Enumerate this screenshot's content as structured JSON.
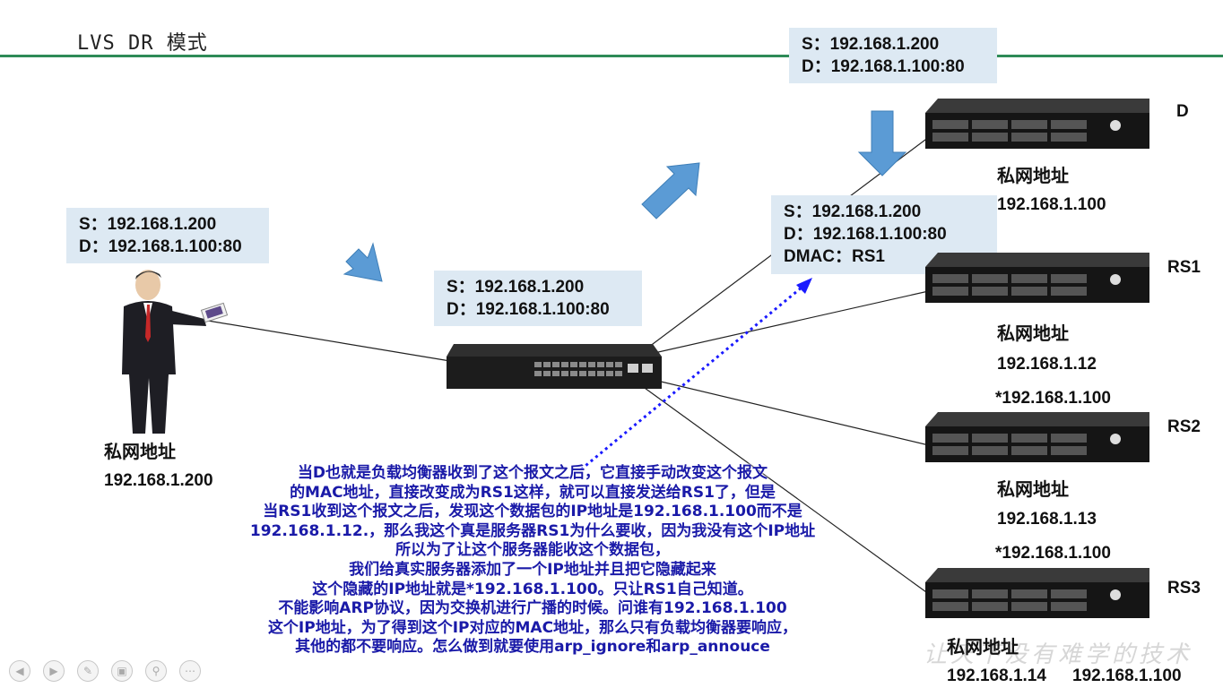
{
  "slide_title": "LVS DR 模式",
  "packet_top": {
    "s": "S：192.168.1.200",
    "d": "D：192.168.1.100:80"
  },
  "packet_client": {
    "s": "S：192.168.1.200",
    "d": "D：192.168.1.100:80"
  },
  "packet_switch": {
    "s": "S：192.168.1.200",
    "d": "D：192.168.1.100:80"
  },
  "packet_rs": {
    "s": "S：192.168.1.200",
    "d": "D：192.168.1.100:80",
    "dmac": "DMAC：RS1"
  },
  "client": {
    "label": "私网地址",
    "ip": "192.168.1.200"
  },
  "servers": {
    "d": {
      "name": "D",
      "label": "私网地址",
      "ip": "192.168.1.100"
    },
    "rs1": {
      "name": "RS1",
      "label": "私网地址",
      "ip": "192.168.1.12",
      "vip": "*192.168.1.100"
    },
    "rs2": {
      "name": "RS2",
      "label": "私网地址",
      "ip": "192.168.1.13",
      "vip": "*192.168.1.100"
    },
    "rs3": {
      "name": "RS3",
      "label": "私网地址",
      "ip": "192.168.1.14",
      "vip": "192.168.1.100"
    }
  },
  "annotation": [
    "当D也就是负载均衡器收到了这个报文之后，它直接手动改变这个报文",
    "的MAC地址，直接改变成为RS1这样，就可以直接发送给RS1了，但是",
    "当RS1收到这个报文之后，发现这个数据包的IP地址是192.168.1.100而不是",
    "192.168.1.12.，那么我这个真是服务器RS1为什么要收，因为我没有这个IP地址",
    "所以为了让这个服务器能收这个数据包，",
    "我们给真实服务器添加了一个IP地址并且把它隐藏起来",
    "这个隐藏的IP地址就是*192.168.1.100。只让RS1自己知道。",
    "不能影响ARP协议，因为交换机进行广播的时候。问谁有192.168.1.100",
    "这个IP地址，为了得到这个IP对应的MAC地址，那么只有负载均衡器要响应，",
    "其他的都不要响应。怎么做到就要使用arp_ignore和arp_annouce"
  ],
  "watermark": "让天下没有难学的技术",
  "nav_icons": [
    "prev-icon",
    "next-icon",
    "pen-icon",
    "gallery-icon",
    "zoom-icon",
    "more-icon"
  ],
  "colors": {
    "accent_line": "#2e8b57",
    "packet_bg": "#dde9f3",
    "arrow": "#5b9bd5",
    "annotation": "#1a1aa8"
  }
}
